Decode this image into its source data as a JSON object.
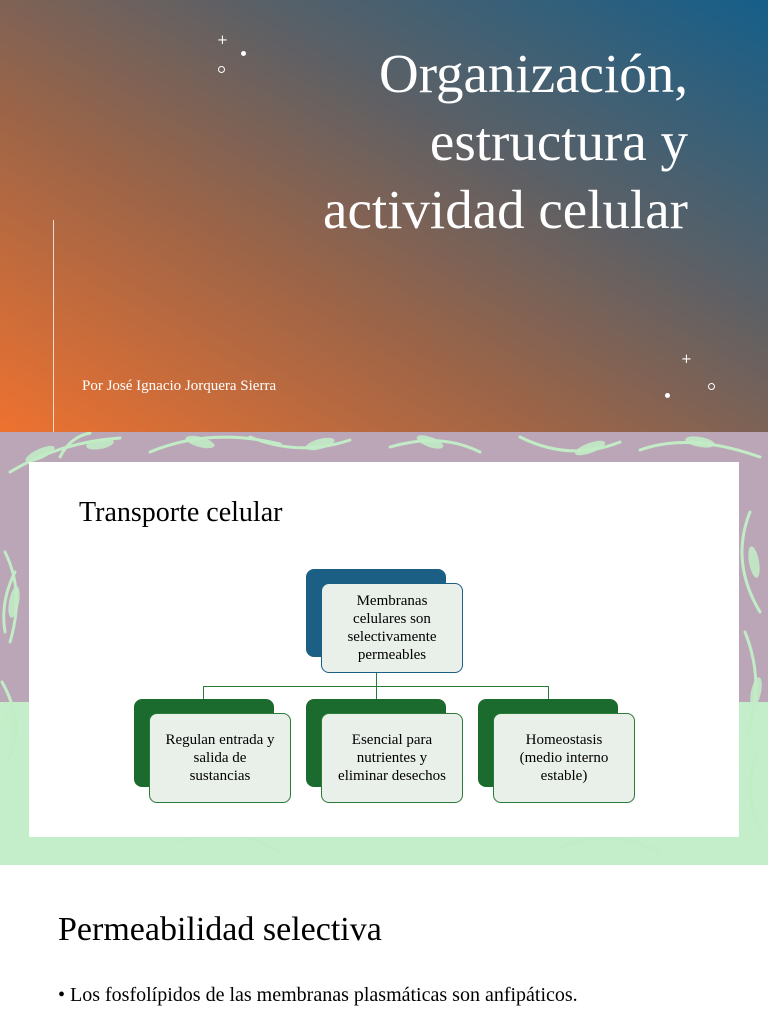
{
  "slide1": {
    "title": "Organización,\nestructura y\nactividad celular",
    "author": "Por José Ignacio Jorquera Sierra"
  },
  "slide2": {
    "title": "Transporte celular",
    "diagram": {
      "root": "Membranas\ncelulares son\nselectivamente\npermeables",
      "children": [
        "Regulan entrada y\nsalida de\nsustancias",
        "Esencial para\nnutrientes y\neliminar desechos",
        "Homeostasis\n(medio interno\nestable)"
      ]
    },
    "colors": {
      "root_accent": "#1b5f84",
      "child_accent": "#1b6b2e",
      "child_border": "#2a7a38",
      "root_border": "#1b5f84"
    }
  },
  "slide3": {
    "title": "Permeabilidad selectiva",
    "bullet_marker": "•",
    "bullet": "Los fosfolípidos de las membranas plasmáticas son anfipáticos."
  }
}
